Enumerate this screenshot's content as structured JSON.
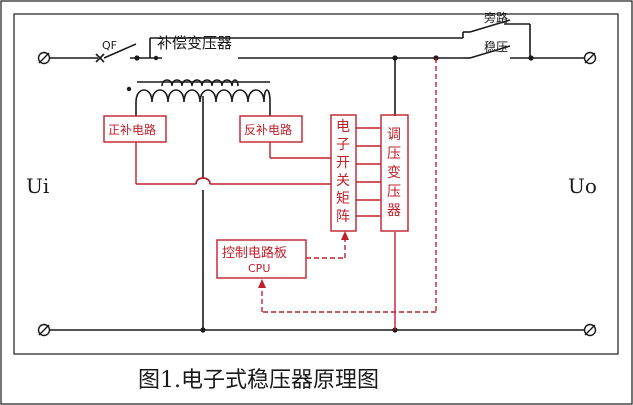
{
  "labels": {
    "qf": "QF",
    "compensation_transformer": "补偿变压器",
    "bypass": "旁路",
    "stabilize": "稳压",
    "positive_comp_circuit": "正补电路",
    "negative_comp_circuit": "反补电路",
    "electronic_switch_matrix": [
      "电",
      "子",
      "开",
      "关",
      "矩",
      "阵"
    ],
    "regulating_transformer": [
      "调",
      "压",
      "变",
      "压",
      "器"
    ],
    "control_board": "控制电路板",
    "cpu": "CPU",
    "input_voltage": "Ui",
    "output_voltage": "Uo"
  },
  "caption": "图1.电子式稳压器原理图",
  "colors": {
    "wire": "#1a1a1a",
    "control": "#c0202a",
    "border": "#1a1a1a",
    "background": "#ffffff"
  }
}
